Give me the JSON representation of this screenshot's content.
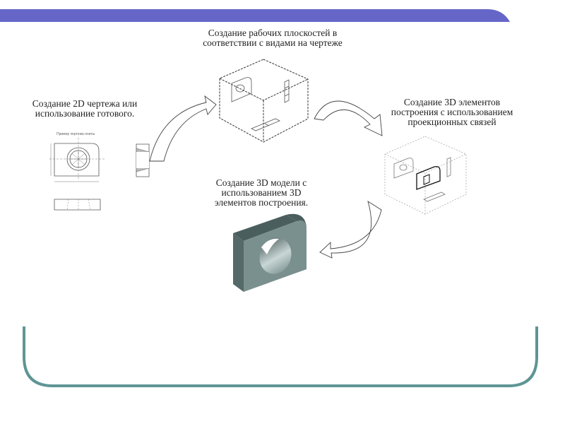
{
  "slide": {
    "colors": {
      "header_bar": "#6566c8",
      "frame": "#5e9594",
      "model": "#7a908f"
    },
    "steps": [
      {
        "lines": [
          "Создание 2D чертежа или",
          "использование готового."
        ]
      },
      {
        "lines": [
          "Создание рабочих плоскостей в",
          "соответствии с видами на чертеже"
        ]
      },
      {
        "lines": [
          "Создание 3D элементов",
          "построения с использованием",
          "проекционных связей"
        ]
      },
      {
        "lines": [
          "Создание 3D модели с",
          "использованием 3D",
          "элементов построения."
        ]
      }
    ],
    "drawing_caption": "Пример чертежа плиты"
  }
}
